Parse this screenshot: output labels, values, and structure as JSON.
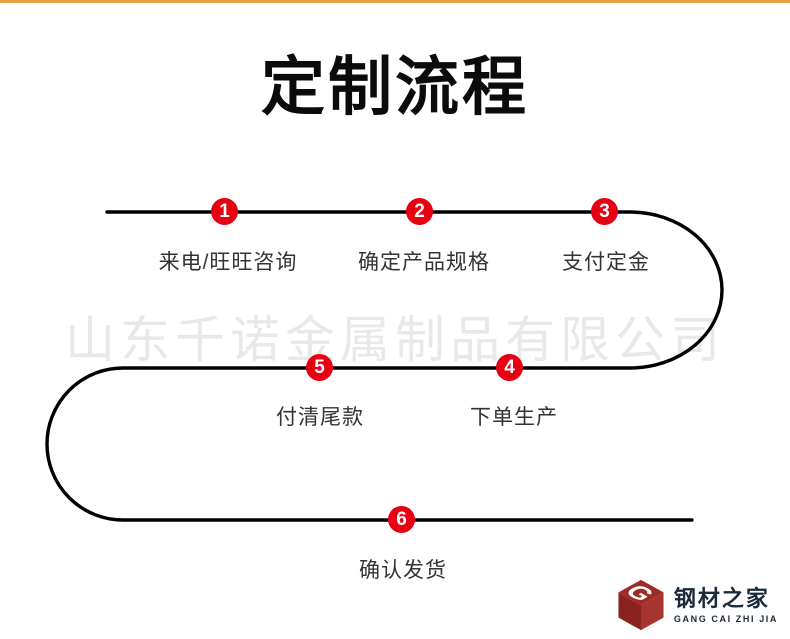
{
  "page": {
    "title": "定制流程",
    "watermark": "山东千诺金属制品有限公司",
    "top_bar_color": "#e3a23e",
    "background_color": "#ffffff"
  },
  "flow": {
    "type": "process-flow",
    "line_color": "#000000",
    "circle_color": "#e60012",
    "number_color": "#ffffff",
    "label_color": "#333333",
    "steps": [
      {
        "number": "1",
        "label": "来电/旺旺咨询"
      },
      {
        "number": "2",
        "label": "确定产品规格"
      },
      {
        "number": "3",
        "label": "支付定金"
      },
      {
        "number": "4",
        "label": "下单生产"
      },
      {
        "number": "5",
        "label": "付清尾款"
      },
      {
        "number": "6",
        "label": "确认发货"
      }
    ]
  },
  "logo": {
    "icon": "cube-g-icon",
    "name": "钢材之家",
    "name_en": "GANG CAI ZHI JIA",
    "brand_color": "#9e2b26",
    "text_color": "#1b2a38"
  }
}
